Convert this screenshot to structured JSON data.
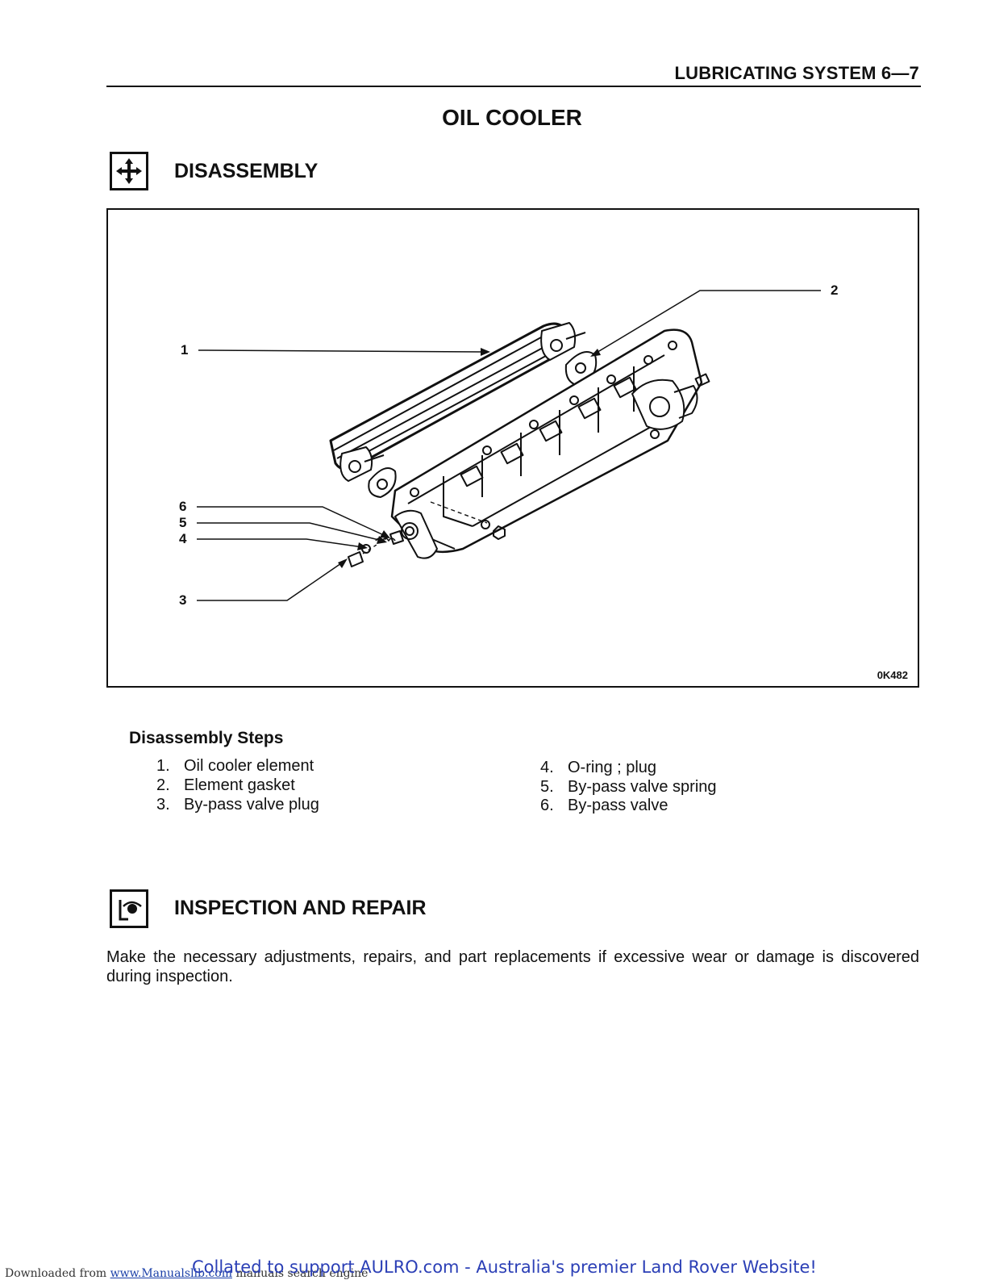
{
  "header": {
    "section": "LUBRICATING SYSTEM 6—7"
  },
  "title": "OIL COOLER",
  "disassembly": {
    "icon": "disassembly-arrows-icon",
    "heading": "DISASSEMBLY",
    "figure": {
      "id": "0K482",
      "callouts": [
        "1",
        "2",
        "3",
        "4",
        "5",
        "6"
      ]
    },
    "steps_title": "Disassembly Steps",
    "steps": [
      {
        "num": "1.",
        "text": "Oil cooler element"
      },
      {
        "num": "2.",
        "text": "Element gasket"
      },
      {
        "num": "3.",
        "text": "By-pass valve plug"
      },
      {
        "num": "4.",
        "text": "O-ring ; plug"
      },
      {
        "num": "5.",
        "text": "By-pass valve spring"
      },
      {
        "num": "6.",
        "text": "By-pass valve"
      }
    ]
  },
  "inspection": {
    "icon": "inspection-eye-icon",
    "heading": "INSPECTION AND REPAIR",
    "text": "Make the necessary adjustments, repairs, and part replacements if excessive wear or damage is discovered during inspection."
  },
  "footer": {
    "downloaded": "Downloaded from",
    "link": "www.Manualslib.com",
    "manuals": "manuals search engine",
    "collated": "Collated to support AULRO.com - Australia's premier Land Rover Website!"
  }
}
